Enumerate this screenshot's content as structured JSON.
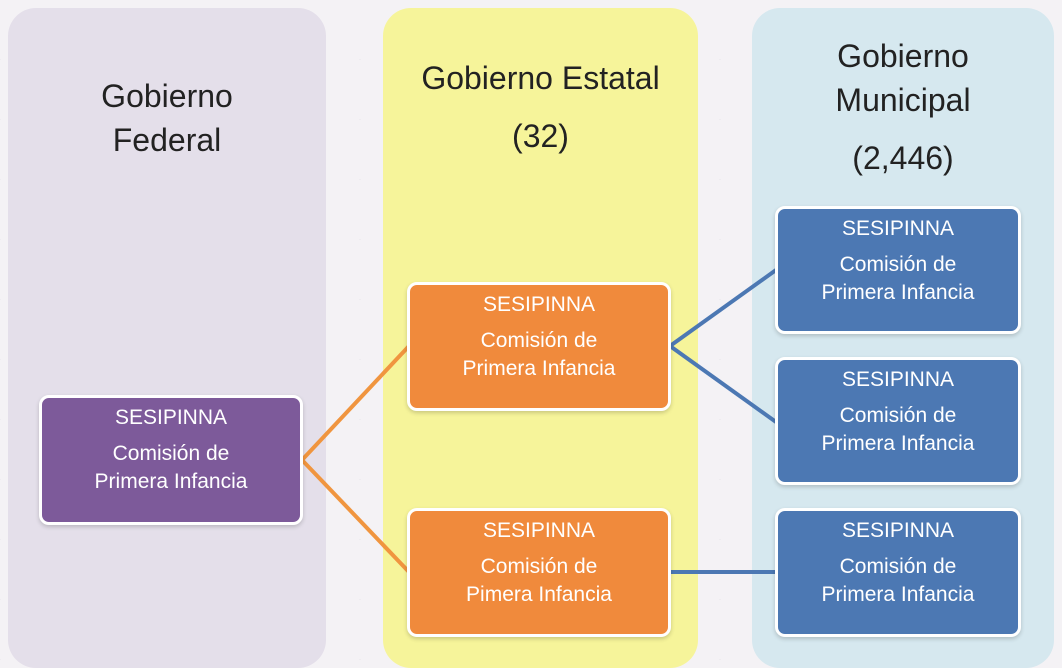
{
  "columns": {
    "federal": {
      "title_line1": "Gobierno",
      "title_line2": "Federal",
      "color": "#e4dfea"
    },
    "estatal": {
      "title_line1": "Gobierno Estatal",
      "count": "(32)",
      "color": "#f6f49a"
    },
    "municipal": {
      "title_line1": "Gobierno",
      "title_line2": "Municipal",
      "count": "(2,446)",
      "color": "#d6e8ef"
    }
  },
  "boxes": {
    "federal": {
      "title": "SESIPINNA",
      "line1": "Comisión de",
      "line2": "Primera Infancia",
      "color": "#7d5a9a"
    },
    "estatal_1": {
      "title": "SESIPINNA",
      "line1": "Comisión de",
      "line2": "Primera Infancia",
      "color": "#f08a3c"
    },
    "estatal_2": {
      "title": "SESIPINNA",
      "line1": "Comisión de",
      "line2": "Pimera Infancia",
      "color": "#f08a3c"
    },
    "municipal_1": {
      "title": "SESIPINNA",
      "line1": "Comisión de",
      "line2": "Primera Infancia",
      "color": "#4c78b3"
    },
    "municipal_2": {
      "title": "SESIPINNA",
      "line1": "Comisión de",
      "line2": "Primera Infancia",
      "color": "#4c78b3"
    },
    "municipal_3": {
      "title": "SESIPINNA",
      "line1": "Comisión de",
      "line2": "Primera Infancia",
      "color": "#4c78b3"
    }
  },
  "connectors": {
    "orange": "#f0953f",
    "blue": "#4c78b3"
  }
}
